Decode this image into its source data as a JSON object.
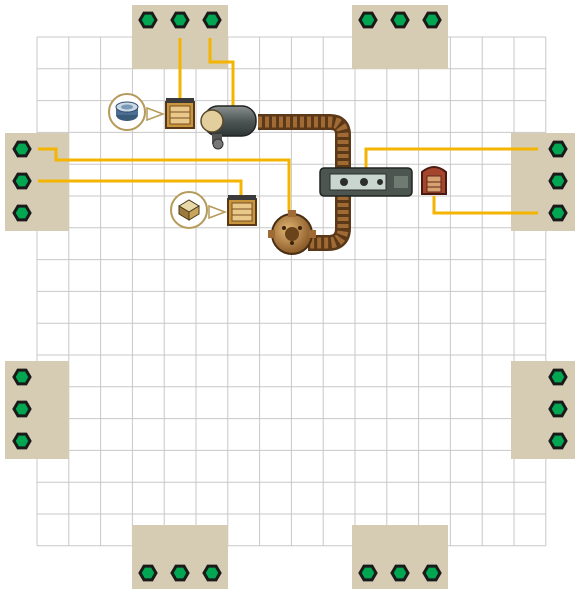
{
  "board": {
    "grid_columns": 16,
    "grid_rows": 16,
    "colors": {
      "background": "#ffffff",
      "grid_line": "#c8c8c8",
      "pad": "#d5ccb3",
      "port_fill": "#00a651",
      "port_ring": "#1a1a1a",
      "wire": "#f5b400",
      "conveyor": "#8b5a2b",
      "machine_body": "#6b6b5f"
    }
  },
  "io_pads": [
    {
      "side": "top",
      "label": "top-left-input-pad",
      "ports": 3
    },
    {
      "side": "top",
      "label": "top-right-input-pad",
      "ports": 3
    },
    {
      "side": "left",
      "label": "left-upper-input-pad",
      "ports": 3
    },
    {
      "side": "left",
      "label": "left-lower-input-pad",
      "ports": 3
    },
    {
      "side": "right",
      "label": "right-upper-input-pad",
      "ports": 3
    },
    {
      "side": "right",
      "label": "right-lower-input-pad",
      "ports": 3
    },
    {
      "side": "bottom",
      "label": "bottom-left-input-pad",
      "ports": 3
    },
    {
      "side": "bottom",
      "label": "bottom-right-input-pad",
      "ports": 3
    }
  ],
  "machines": [
    {
      "name": "grabber-1",
      "icon": "crate-icon"
    },
    {
      "name": "grabber-2",
      "icon": "crate-icon"
    },
    {
      "name": "tank-machine",
      "icon": "tank-icon"
    },
    {
      "name": "gear-machine",
      "icon": "gear-icon"
    },
    {
      "name": "furnace-machine",
      "icon": "furnace-icon"
    },
    {
      "name": "output-crate",
      "icon": "output-crate-icon"
    }
  ],
  "ingredients": [
    {
      "name": "ingredient-canister",
      "icon": "canister-icon"
    },
    {
      "name": "ingredient-box",
      "icon": "box-icon"
    }
  ]
}
